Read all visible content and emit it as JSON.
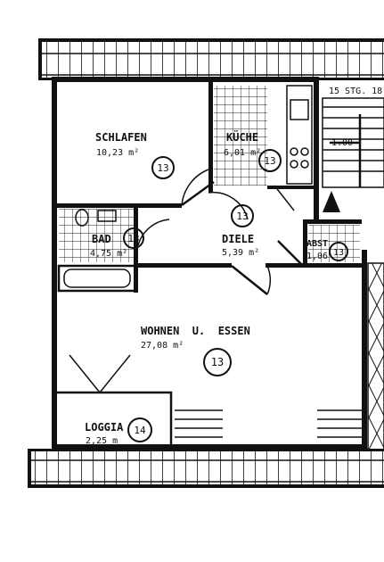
{
  "stair_note": "15 STG. 18",
  "stair_line": "1.00",
  "rooms": {
    "schlafen": {
      "name": "SCHLAFEN",
      "area": "10,23 m²",
      "mark": "13"
    },
    "kuche": {
      "name": "KÜCHE",
      "area": "6,01 m²",
      "mark": "13"
    },
    "diele": {
      "name": "DIELE",
      "area": "5,39 m²",
      "mark": "13"
    },
    "bad": {
      "name": "BAD",
      "area": "4,75 m²",
      "mark": "13"
    },
    "abst": {
      "name": "ABST",
      "area": "1,06",
      "mark": "13"
    },
    "wohnen": {
      "name": "WOHNEN  U.  ESSEN",
      "area": "27,08 m²",
      "mark": "13"
    },
    "loggia": {
      "name": "LOGGIA",
      "area": "2,25 m",
      "mark": "14"
    }
  },
  "colors": {
    "ink": "#111111",
    "paper": "#ffffff"
  }
}
